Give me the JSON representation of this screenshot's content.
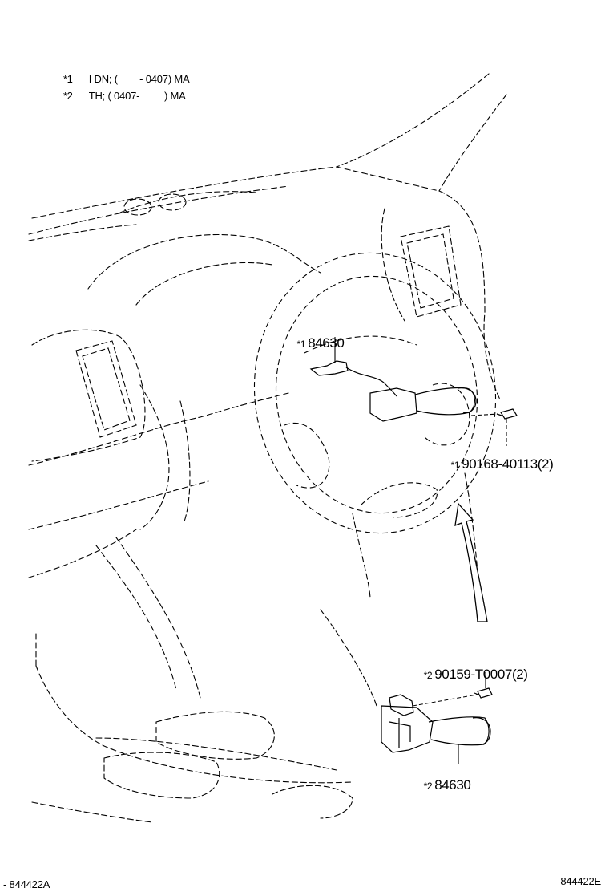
{
  "notes": [
    {
      "mark": "*1",
      "text": "I DN; (        - 0407) MA"
    },
    {
      "mark": "*2",
      "text": "TH; ( 0407-         ) MA"
    }
  ],
  "callouts": {
    "switch_upper": {
      "mark": "*1",
      "number": "84630"
    },
    "screw_upper": {
      "mark": "*1",
      "number": "90168-40113(2)"
    },
    "screw_lower": {
      "mark": "*2",
      "number": "90159-T0007(2)"
    },
    "switch_lower": {
      "mark": "*2",
      "number": "84630"
    }
  },
  "ref_left": "- 844422A",
  "ref_right": "844422E"
}
